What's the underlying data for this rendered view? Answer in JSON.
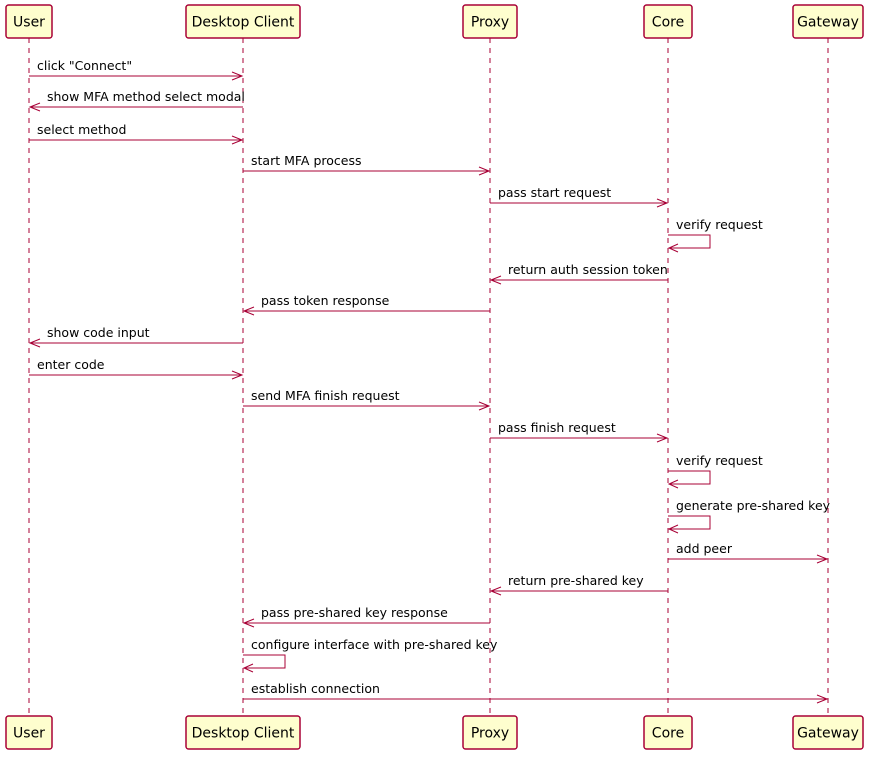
{
  "diagram": {
    "type": "sequence",
    "colors": {
      "box_fill": "#FEFECE",
      "line": "#A80036",
      "text": "#000000"
    },
    "participants": [
      {
        "id": "user",
        "label": "User"
      },
      {
        "id": "desktop",
        "label": "Desktop Client"
      },
      {
        "id": "proxy",
        "label": "Proxy"
      },
      {
        "id": "core",
        "label": "Core"
      },
      {
        "id": "gateway",
        "label": "Gateway"
      }
    ],
    "messages": [
      {
        "from": "user",
        "to": "desktop",
        "label": "click \"Connect\""
      },
      {
        "from": "desktop",
        "to": "user",
        "label": "show MFA method select modal"
      },
      {
        "from": "user",
        "to": "desktop",
        "label": "select method"
      },
      {
        "from": "desktop",
        "to": "proxy",
        "label": "start MFA process"
      },
      {
        "from": "proxy",
        "to": "core",
        "label": "pass start request"
      },
      {
        "from": "core",
        "to": "core",
        "label": "verify request"
      },
      {
        "from": "core",
        "to": "proxy",
        "label": "return auth session token"
      },
      {
        "from": "proxy",
        "to": "desktop",
        "label": "pass token response"
      },
      {
        "from": "desktop",
        "to": "user",
        "label": "show code input"
      },
      {
        "from": "user",
        "to": "desktop",
        "label": "enter code"
      },
      {
        "from": "desktop",
        "to": "proxy",
        "label": "send MFA finish request"
      },
      {
        "from": "proxy",
        "to": "core",
        "label": "pass finish request"
      },
      {
        "from": "core",
        "to": "core",
        "label": "verify request"
      },
      {
        "from": "core",
        "to": "core",
        "label": "generate pre-shared key"
      },
      {
        "from": "core",
        "to": "gateway",
        "label": "add peer"
      },
      {
        "from": "core",
        "to": "proxy",
        "label": "return pre-shared key"
      },
      {
        "from": "proxy",
        "to": "desktop",
        "label": "pass pre-shared key response"
      },
      {
        "from": "desktop",
        "to": "desktop",
        "label": "configure interface with pre-shared key"
      },
      {
        "from": "desktop",
        "to": "gateway",
        "label": "establish connection"
      }
    ]
  }
}
